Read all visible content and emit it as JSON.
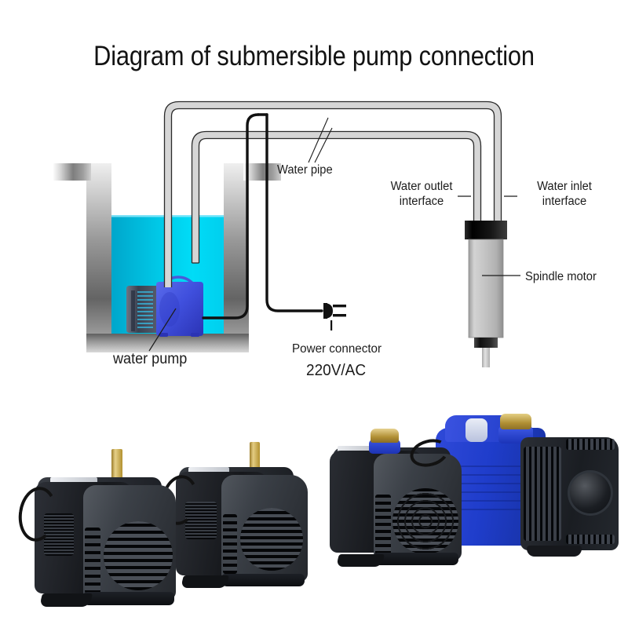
{
  "page": {
    "title": "Diagram of submersible pump connection",
    "background_color": "#ffffff"
  },
  "diagram": {
    "labels": {
      "water_pipe": "Water pipe",
      "water_outlet_interface": "Water outlet\ninterface",
      "water_outlet_interface_line1": "Water outlet",
      "water_outlet_interface_line2": "interface",
      "water_inlet_interface_line1": "Water inlet",
      "water_inlet_interface_line2": "interface",
      "spindle_motor": "Spindle motor",
      "water_pump": "water pump",
      "power_connector": "Power connector",
      "voltage": "220V/AC"
    },
    "colors": {
      "water_light": "#00dcf7",
      "water_dark": "#009fc4",
      "tank_wall_light": "#f2f2f2",
      "tank_wall_dark": "#5e5e5e",
      "pump_blue_light": "#5a6bea",
      "pump_blue_dark": "#2b33b4",
      "pipe_outline": "#2b2b2b",
      "cable": "#111111",
      "motor_body_light": "#e8e8e8",
      "motor_body_mid": "#b4b4b4",
      "motor_cap": "#0d0d0d",
      "label_text": "#1c1c1c"
    },
    "parts": [
      {
        "name": "water-tank",
        "label": ""
      },
      {
        "name": "water-pipe-outer-loop",
        "label": "Water pipe"
      },
      {
        "name": "water-pipe-inner-loop",
        "label": "Water pipe"
      },
      {
        "name": "submersible-water-pump",
        "label": "water pump"
      },
      {
        "name": "spindle-motor",
        "label": "Spindle motor"
      },
      {
        "name": "water-outlet-interface",
        "label": "Water outlet interface"
      },
      {
        "name": "water-inlet-interface",
        "label": "Water inlet interface"
      },
      {
        "name": "power-cable",
        "label": ""
      },
      {
        "name": "power-plug",
        "label": "Power connector 220V/AC"
      }
    ]
  },
  "products": {
    "items": [
      {
        "name": "pump-black-1",
        "body_color": "#2e3136",
        "accent_color": "#4a4e55",
        "fitting": "brass-nipple",
        "fitting_color": "#b99338"
      },
      {
        "name": "pump-black-2",
        "body_color": "#2b2e33",
        "accent_color": "#474b52",
        "fitting": "brass-nipple",
        "fitting_color": "#b99338"
      },
      {
        "name": "pump-black-3",
        "body_color": "#25282d",
        "accent_color": "#42464d",
        "fitting": "brass-blue-cap",
        "fitting_color": "#c2a24b"
      },
      {
        "name": "pump-blue-4",
        "body_color": "#1f47c8",
        "accent_color": "#22262b",
        "fitting": "brass-blue-cap",
        "fitting_color": "#c2a24b"
      }
    ]
  }
}
